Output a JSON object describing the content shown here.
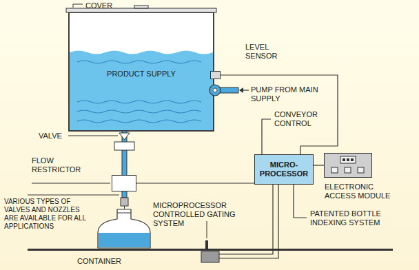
{
  "diagram": {
    "nodes": [
      {
        "text": [
          "PRODUCT SUPPLY"
        ]
      },
      {
        "text": [
          "LEVEL SENSOR"
        ]
      },
      {
        "text": [
          "FLOW RESTRICTOR"
        ]
      },
      {
        "text": [
          "MICRO-PROCESSOR"
        ]
      },
      {
        "text": [
          "ELECTRONIC ACCESS MODULE"
        ]
      }
    ],
    "edges": [
      {
        "from": 3,
        "to": 1,
        "arrow": "none"
      },
      {
        "from": 3,
        "to": 2,
        "arrow": "none"
      },
      {
        "from": 3,
        "to": 4,
        "arrow": "none"
      }
    ],
    "labels": [
      "COVER",
      "VALVE",
      "PUMP FROM MAIN SUPPLY",
      "CONVEYOR CONTROL",
      "VARIOUS TYPES OF VALVES AND NOZZLES ARE AVAILABLE FOR ALL APPLICATIONS",
      "MICROPROCESSOR CONTROLLED GATING SYSTEM",
      "PATENTED BOTTLE INDEXING SYSTEM",
      "CONTAINER"
    ]
  }
}
